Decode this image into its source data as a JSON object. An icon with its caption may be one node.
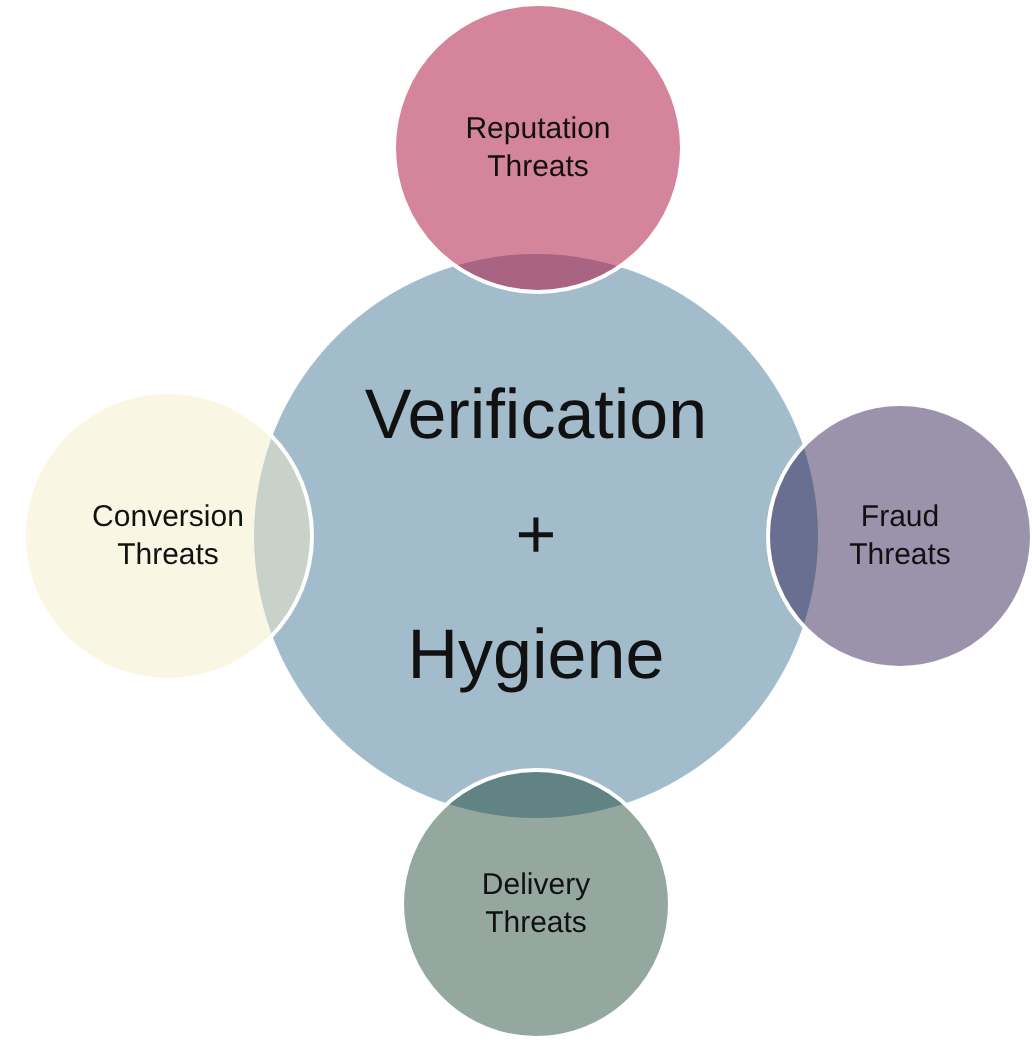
{
  "diagram": {
    "nodes": [
      {
        "text": [
          "Verification + Hygiene"
        ]
      },
      {
        "text": [
          "Reputation Threats"
        ]
      },
      {
        "text": [
          "Conversion Threats"
        ]
      },
      {
        "text": [
          "Fraud Threats"
        ]
      },
      {
        "text": [
          "Delivery Threats"
        ]
      }
    ]
  }
}
